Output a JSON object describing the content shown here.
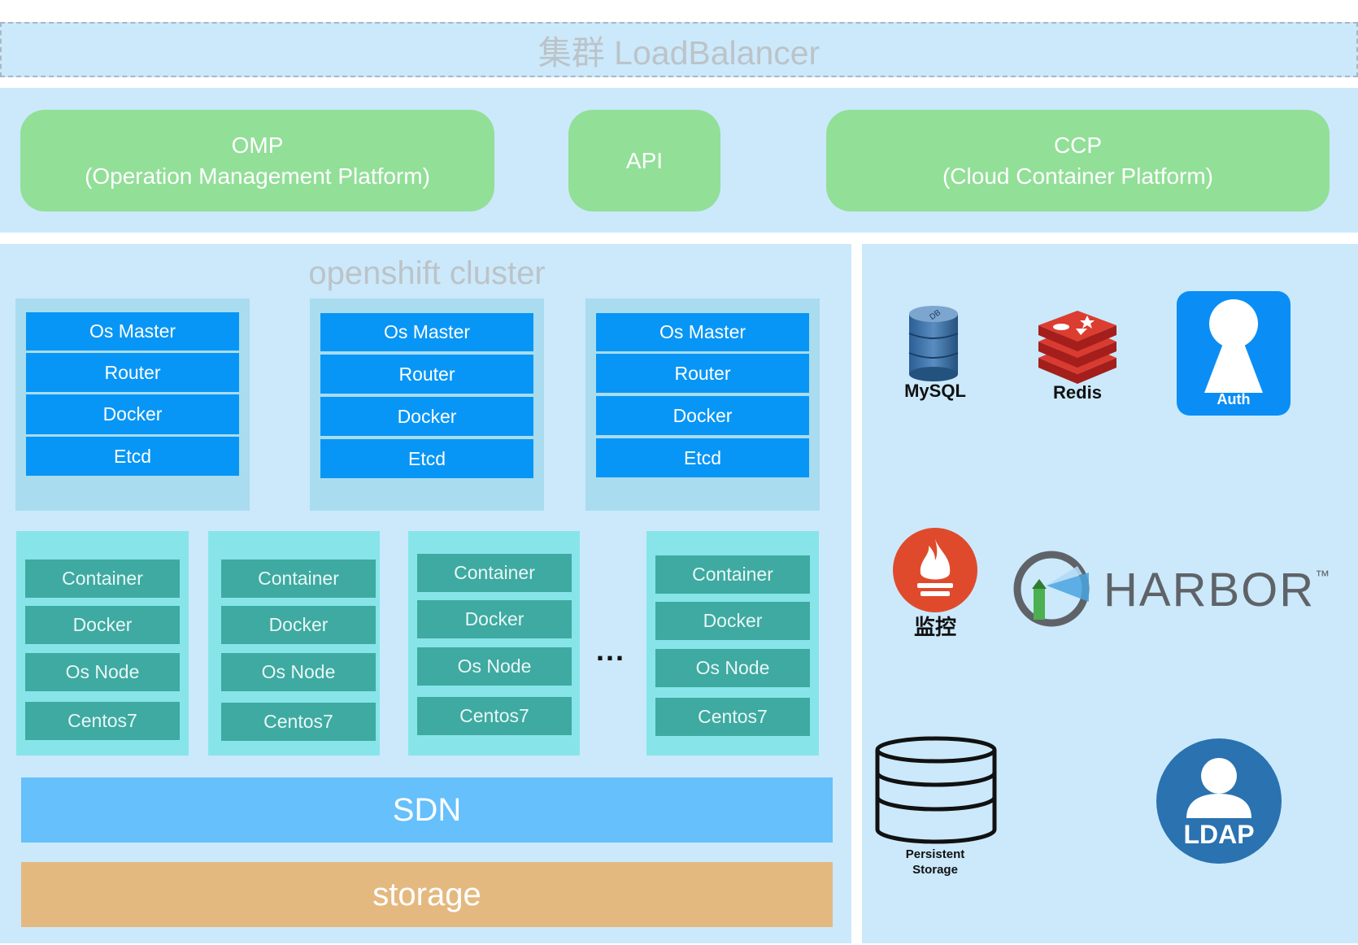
{
  "load_balancer": {
    "label": "集群 LoadBalancer"
  },
  "platforms": {
    "omp": {
      "line1": "OMP",
      "line2": "(Operation Management Platform)"
    },
    "api": {
      "label": "API"
    },
    "ccp": {
      "line1": "CCP",
      "line2": "(Cloud Container Platform)"
    }
  },
  "cluster": {
    "title": "openshift cluster",
    "masters": [
      {
        "rows": [
          "Os Master",
          "Router",
          "Docker",
          "Etcd"
        ]
      },
      {
        "rows": [
          "Os Master",
          "Router",
          "Docker",
          "Etcd"
        ]
      },
      {
        "rows": [
          "Os Master",
          "Router",
          "Docker",
          "Etcd"
        ]
      }
    ],
    "nodes": [
      {
        "rows": [
          "Container",
          "Docker",
          "Os Node",
          "Centos7"
        ]
      },
      {
        "rows": [
          "Container",
          "Docker",
          "Os Node",
          "Centos7"
        ]
      },
      {
        "rows": [
          "Container",
          "Docker",
          "Os Node",
          "Centos7"
        ]
      },
      {
        "rows": [
          "Container",
          "Docker",
          "Os Node",
          "Centos7"
        ]
      }
    ],
    "ellipsis": "...",
    "sdn": "SDN",
    "storage": "storage"
  },
  "services": {
    "mysql": {
      "label": "MySQL",
      "badge": "DB"
    },
    "redis": {
      "label": "Redis"
    },
    "auth": {
      "label": "Auth"
    },
    "monitor": {
      "label": "监控"
    },
    "harbor": {
      "label": "HARBOR",
      "tm": "™"
    },
    "persistent_storage": {
      "line1": "Persistent",
      "line2": "Storage"
    },
    "ldap": {
      "label": "LDAP"
    }
  },
  "colors": {
    "panel_bg": "#cbe9fb",
    "platform_green": "#92df98",
    "master_blue": "#0896f6",
    "node_teal": "#3eaaa1",
    "sdn_blue": "#65c0fc",
    "storage_tan": "#e4b980"
  }
}
